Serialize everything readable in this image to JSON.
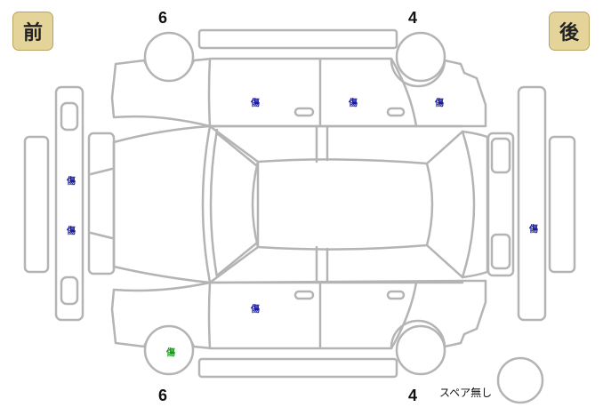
{
  "badges": {
    "front": "前",
    "rear": "後"
  },
  "tire_labels": {
    "top_left": "6",
    "top_right": "4",
    "bottom_left": "6",
    "bottom_right": "4"
  },
  "spare": {
    "label": "スペア無し"
  },
  "damage": {
    "front_left_door": "傷",
    "rear_left_door": "傷",
    "left_quarter": "傷",
    "front_bumper_upper": "傷",
    "front_bumper_lower": "傷",
    "rear_bumper": "傷",
    "front_right_door": "傷",
    "right_front_wheel": "傷"
  },
  "colors": {
    "damage": "#1a1aa0",
    "wheel_damage": "#1a9a1a",
    "outline": "#b4b4b4",
    "badge": "#e4d49a"
  }
}
